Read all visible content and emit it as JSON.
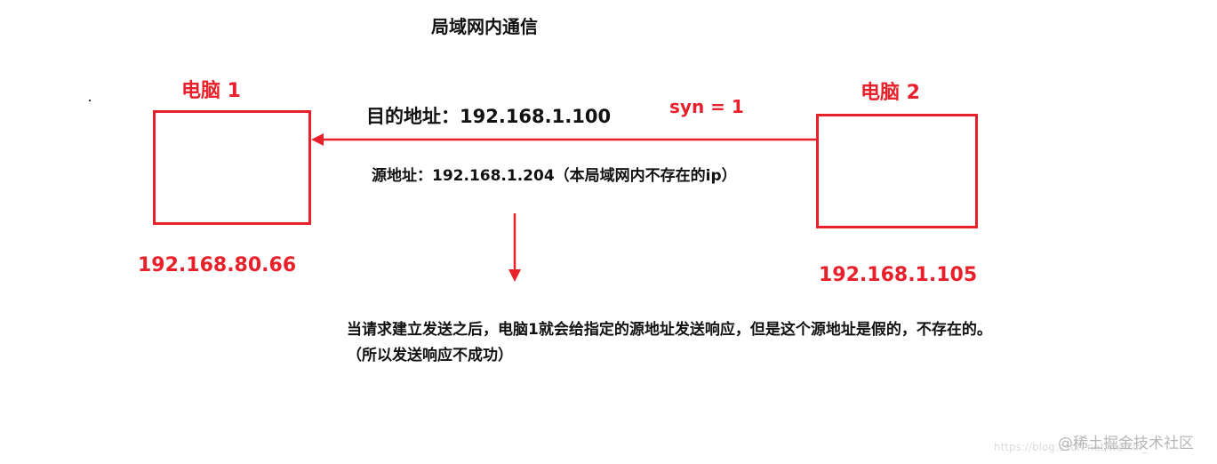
{
  "title": "局域网内通信",
  "pc1": {
    "label": "电脑 1",
    "ip": "192.168.80.66"
  },
  "pc2": {
    "label": "电脑 2",
    "ip": "192.168.1.105"
  },
  "packet": {
    "dest": "目的地址：192.168.1.100",
    "syn": "syn = 1",
    "src": "源地址：192.168.1.204（本局域网内不存在的ip）"
  },
  "note": {
    "line1": "当请求建立发送之后，电脑1就会给指定的源地址发送响应，但是这个源地址是假的，不存在的。",
    "line2": "（所以发送响应不成功）"
  },
  "watermark": "@稀土掘金技术社区",
  "faint_url": "https://blog.csdn.net/weixin_",
  "colors": {
    "accent_red": "#e8202a",
    "text": "#111111"
  }
}
